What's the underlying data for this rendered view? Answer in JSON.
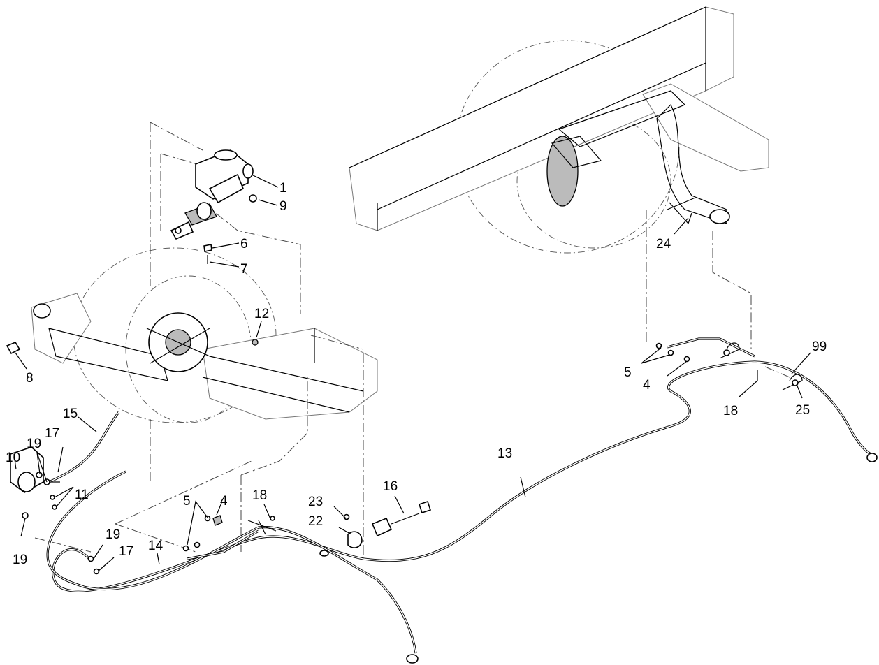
{
  "diagram": {
    "callouts": [
      {
        "id": "c1",
        "label": "1"
      },
      {
        "id": "c9",
        "label": "9"
      },
      {
        "id": "c6",
        "label": "6"
      },
      {
        "id": "c7",
        "label": "7"
      },
      {
        "id": "c12",
        "label": "12"
      },
      {
        "id": "c8",
        "label": "8"
      },
      {
        "id": "c15",
        "label": "15"
      },
      {
        "id": "c17a",
        "label": "17"
      },
      {
        "id": "c19a",
        "label": "19"
      },
      {
        "id": "c10",
        "label": "10"
      },
      {
        "id": "c11",
        "label": "11"
      },
      {
        "id": "c19b",
        "label": "19"
      },
      {
        "id": "c5a",
        "label": "5"
      },
      {
        "id": "c4a",
        "label": "4"
      },
      {
        "id": "c18a",
        "label": "18"
      },
      {
        "id": "c23",
        "label": "23"
      },
      {
        "id": "c22",
        "label": "22"
      },
      {
        "id": "c16",
        "label": "16"
      },
      {
        "id": "c19c",
        "label": "19"
      },
      {
        "id": "c17b",
        "label": "17"
      },
      {
        "id": "c14",
        "label": "14"
      },
      {
        "id": "c13",
        "label": "13"
      },
      {
        "id": "c24",
        "label": "24"
      },
      {
        "id": "c5b",
        "label": "5"
      },
      {
        "id": "c4b",
        "label": "4"
      },
      {
        "id": "c18b",
        "label": "18"
      },
      {
        "id": "c99",
        "label": "99"
      },
      {
        "id": "c25",
        "label": "25"
      }
    ]
  }
}
